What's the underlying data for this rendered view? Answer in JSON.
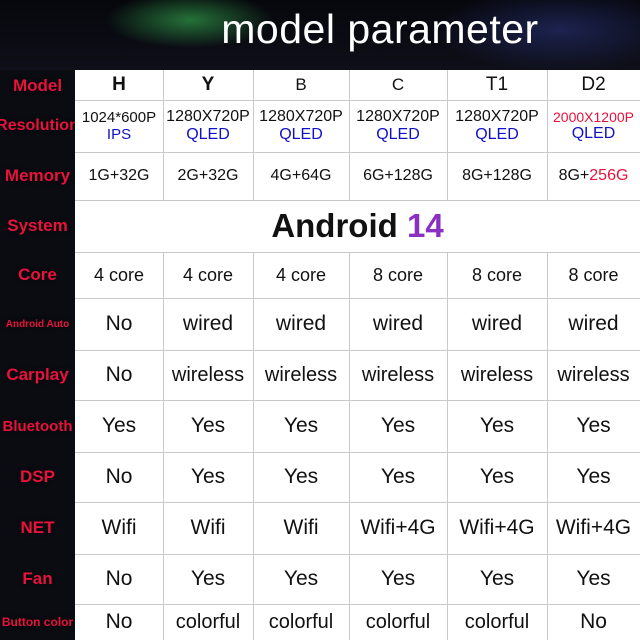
{
  "title": "model parameter",
  "row_labels": [
    "Model",
    "Resolution",
    "Memory",
    "System",
    "Core",
    "Android Auto",
    "Carplay",
    "Bluetooth",
    "DSP",
    "NET",
    "Fan",
    "Button color"
  ],
  "models": [
    {
      "name": "H",
      "res": "1024*600P",
      "panel": "IPS",
      "memory": "1G+32G",
      "core": "4 core",
      "android_auto": "No",
      "carplay": "No",
      "bluetooth": "Yes",
      "dsp": "No",
      "net": "Wifi",
      "fan": "No",
      "button_color": "No"
    },
    {
      "name": "Y",
      "res": "1280X720P",
      "panel": "QLED",
      "memory": "2G+32G",
      "core": "4 core",
      "android_auto": "wired",
      "carplay": "wireless",
      "bluetooth": "Yes",
      "dsp": "Yes",
      "net": "Wifi",
      "fan": "Yes",
      "button_color": "colorful"
    },
    {
      "name": "B",
      "res": "1280X720P",
      "panel": "QLED",
      "memory": "4G+64G",
      "core": "4 core",
      "android_auto": "wired",
      "carplay": "wireless",
      "bluetooth": "Yes",
      "dsp": "Yes",
      "net": "Wifi",
      "fan": "Yes",
      "button_color": "colorful"
    },
    {
      "name": "C",
      "res": "1280X720P",
      "panel": "QLED",
      "memory": "6G+128G",
      "core": "8 core",
      "android_auto": "wired",
      "carplay": "wireless",
      "bluetooth": "Yes",
      "dsp": "Yes",
      "net": "Wifi+4G",
      "fan": "Yes",
      "button_color": "colorful"
    },
    {
      "name": "T1",
      "res": "1280X720P",
      "panel": "QLED",
      "memory": "8G+128G",
      "core": "8 core",
      "android_auto": "wired",
      "carplay": "wireless",
      "bluetooth": "Yes",
      "dsp": "Yes",
      "net": "Wifi+4G",
      "fan": "Yes",
      "button_color": "colorful"
    },
    {
      "name": "D2",
      "res": "2000X1200P",
      "panel": "QLED",
      "memory_base": "8G+",
      "memory_storage": "256G",
      "core": "8 core",
      "android_auto": "wired",
      "carplay": "wireless",
      "bluetooth": "Yes",
      "dsp": "Yes",
      "net": "Wifi+4G",
      "fan": "Yes",
      "button_color": "No"
    }
  ],
  "system": {
    "name": "Android",
    "version": "14"
  },
  "colors": {
    "label_red": "#e8123c",
    "panel_blue": "#1010c8",
    "version_purple": "#8a2fc2"
  }
}
